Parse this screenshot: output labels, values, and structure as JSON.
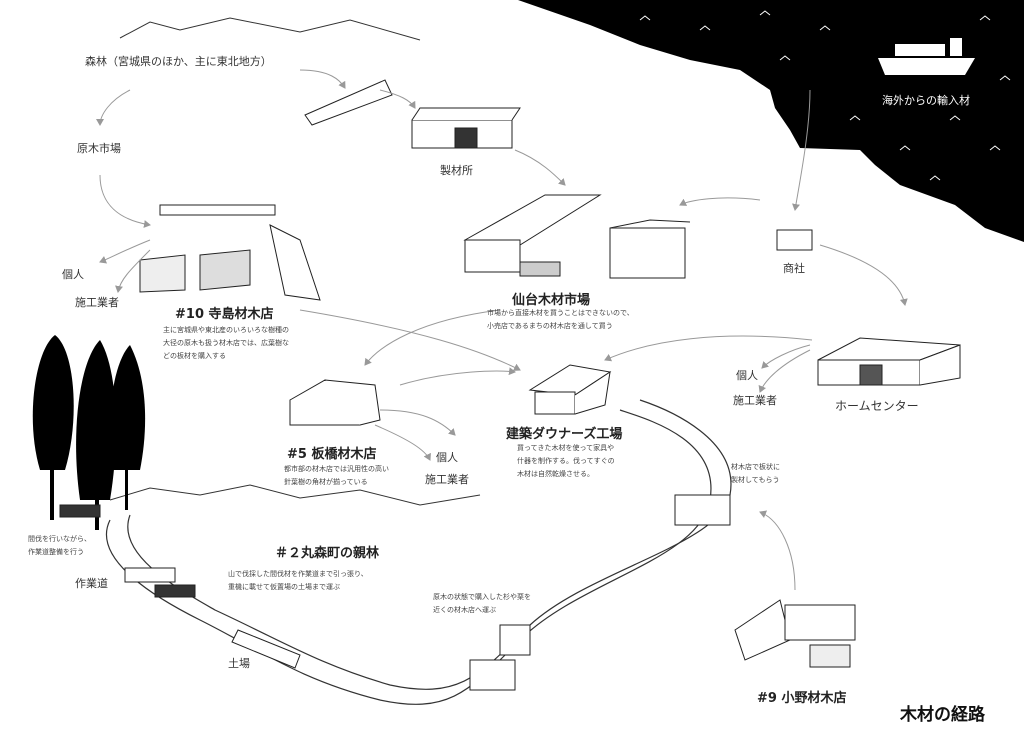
{
  "title": "木材の経路",
  "colors": {
    "ink": "#111111",
    "sea": "#000000",
    "paper": "#ffffff",
    "arrow": "#999999"
  },
  "labels": {
    "forest": "森林（宮城県のほか、主に東北地方）",
    "log_market": "原木市場",
    "sawmill": "製材所",
    "import": "海外からの輸入材",
    "trading_company": "商社",
    "individual_1": "個人",
    "contractor_1": "施工業者",
    "individual_2": "個人",
    "contractor_2": "施工業者",
    "individual_3": "個人",
    "contractor_3": "施工業者",
    "home_center": "ホームセンター",
    "work_road": "作業道",
    "landing": "土場"
  },
  "places": {
    "terashima": {
      "name": "#10 寺島材木店",
      "desc": [
        "主に宮城県や東北産のいろいろな樹種の",
        "大径の原木も扱う材木店では、広葉樹な",
        "どの板材を購入する"
      ]
    },
    "sendai": {
      "name": "仙台木材市場",
      "desc": [
        "市場から直接木材を買うことはできないので、",
        "小売店であるまちの材木店を通して買う"
      ]
    },
    "itabashi": {
      "name": "#5 板橋材木店",
      "desc": [
        "都市部の材木店では汎用性の高い",
        "針葉樹の角材が揃っている"
      ]
    },
    "downers": {
      "name": "建築ダウナーズ工場",
      "desc": [
        "買ってきた木材を使って家具や",
        "什器を制作する。伐ってすぐの",
        "木材は自然乾燥させる。"
      ]
    },
    "marumori": {
      "name": "＃２丸森町の親林",
      "desc": [
        "山で伐採した間伐材を作業道まで引っ張り、",
        "重機に載せて仮置場の土場まで運ぶ"
      ]
    },
    "ono": {
      "name": "#9 小野材木店"
    }
  },
  "notes": {
    "thinning": [
      "間伐を行いながら、",
      "作業道整備を行う"
    ],
    "raw_purchase": [
      "原木の状態で購入した杉や栗を",
      "近くの材木店へ運ぶ"
    ],
    "sawing": [
      "材木店で板状に",
      "製材してもらう"
    ]
  }
}
